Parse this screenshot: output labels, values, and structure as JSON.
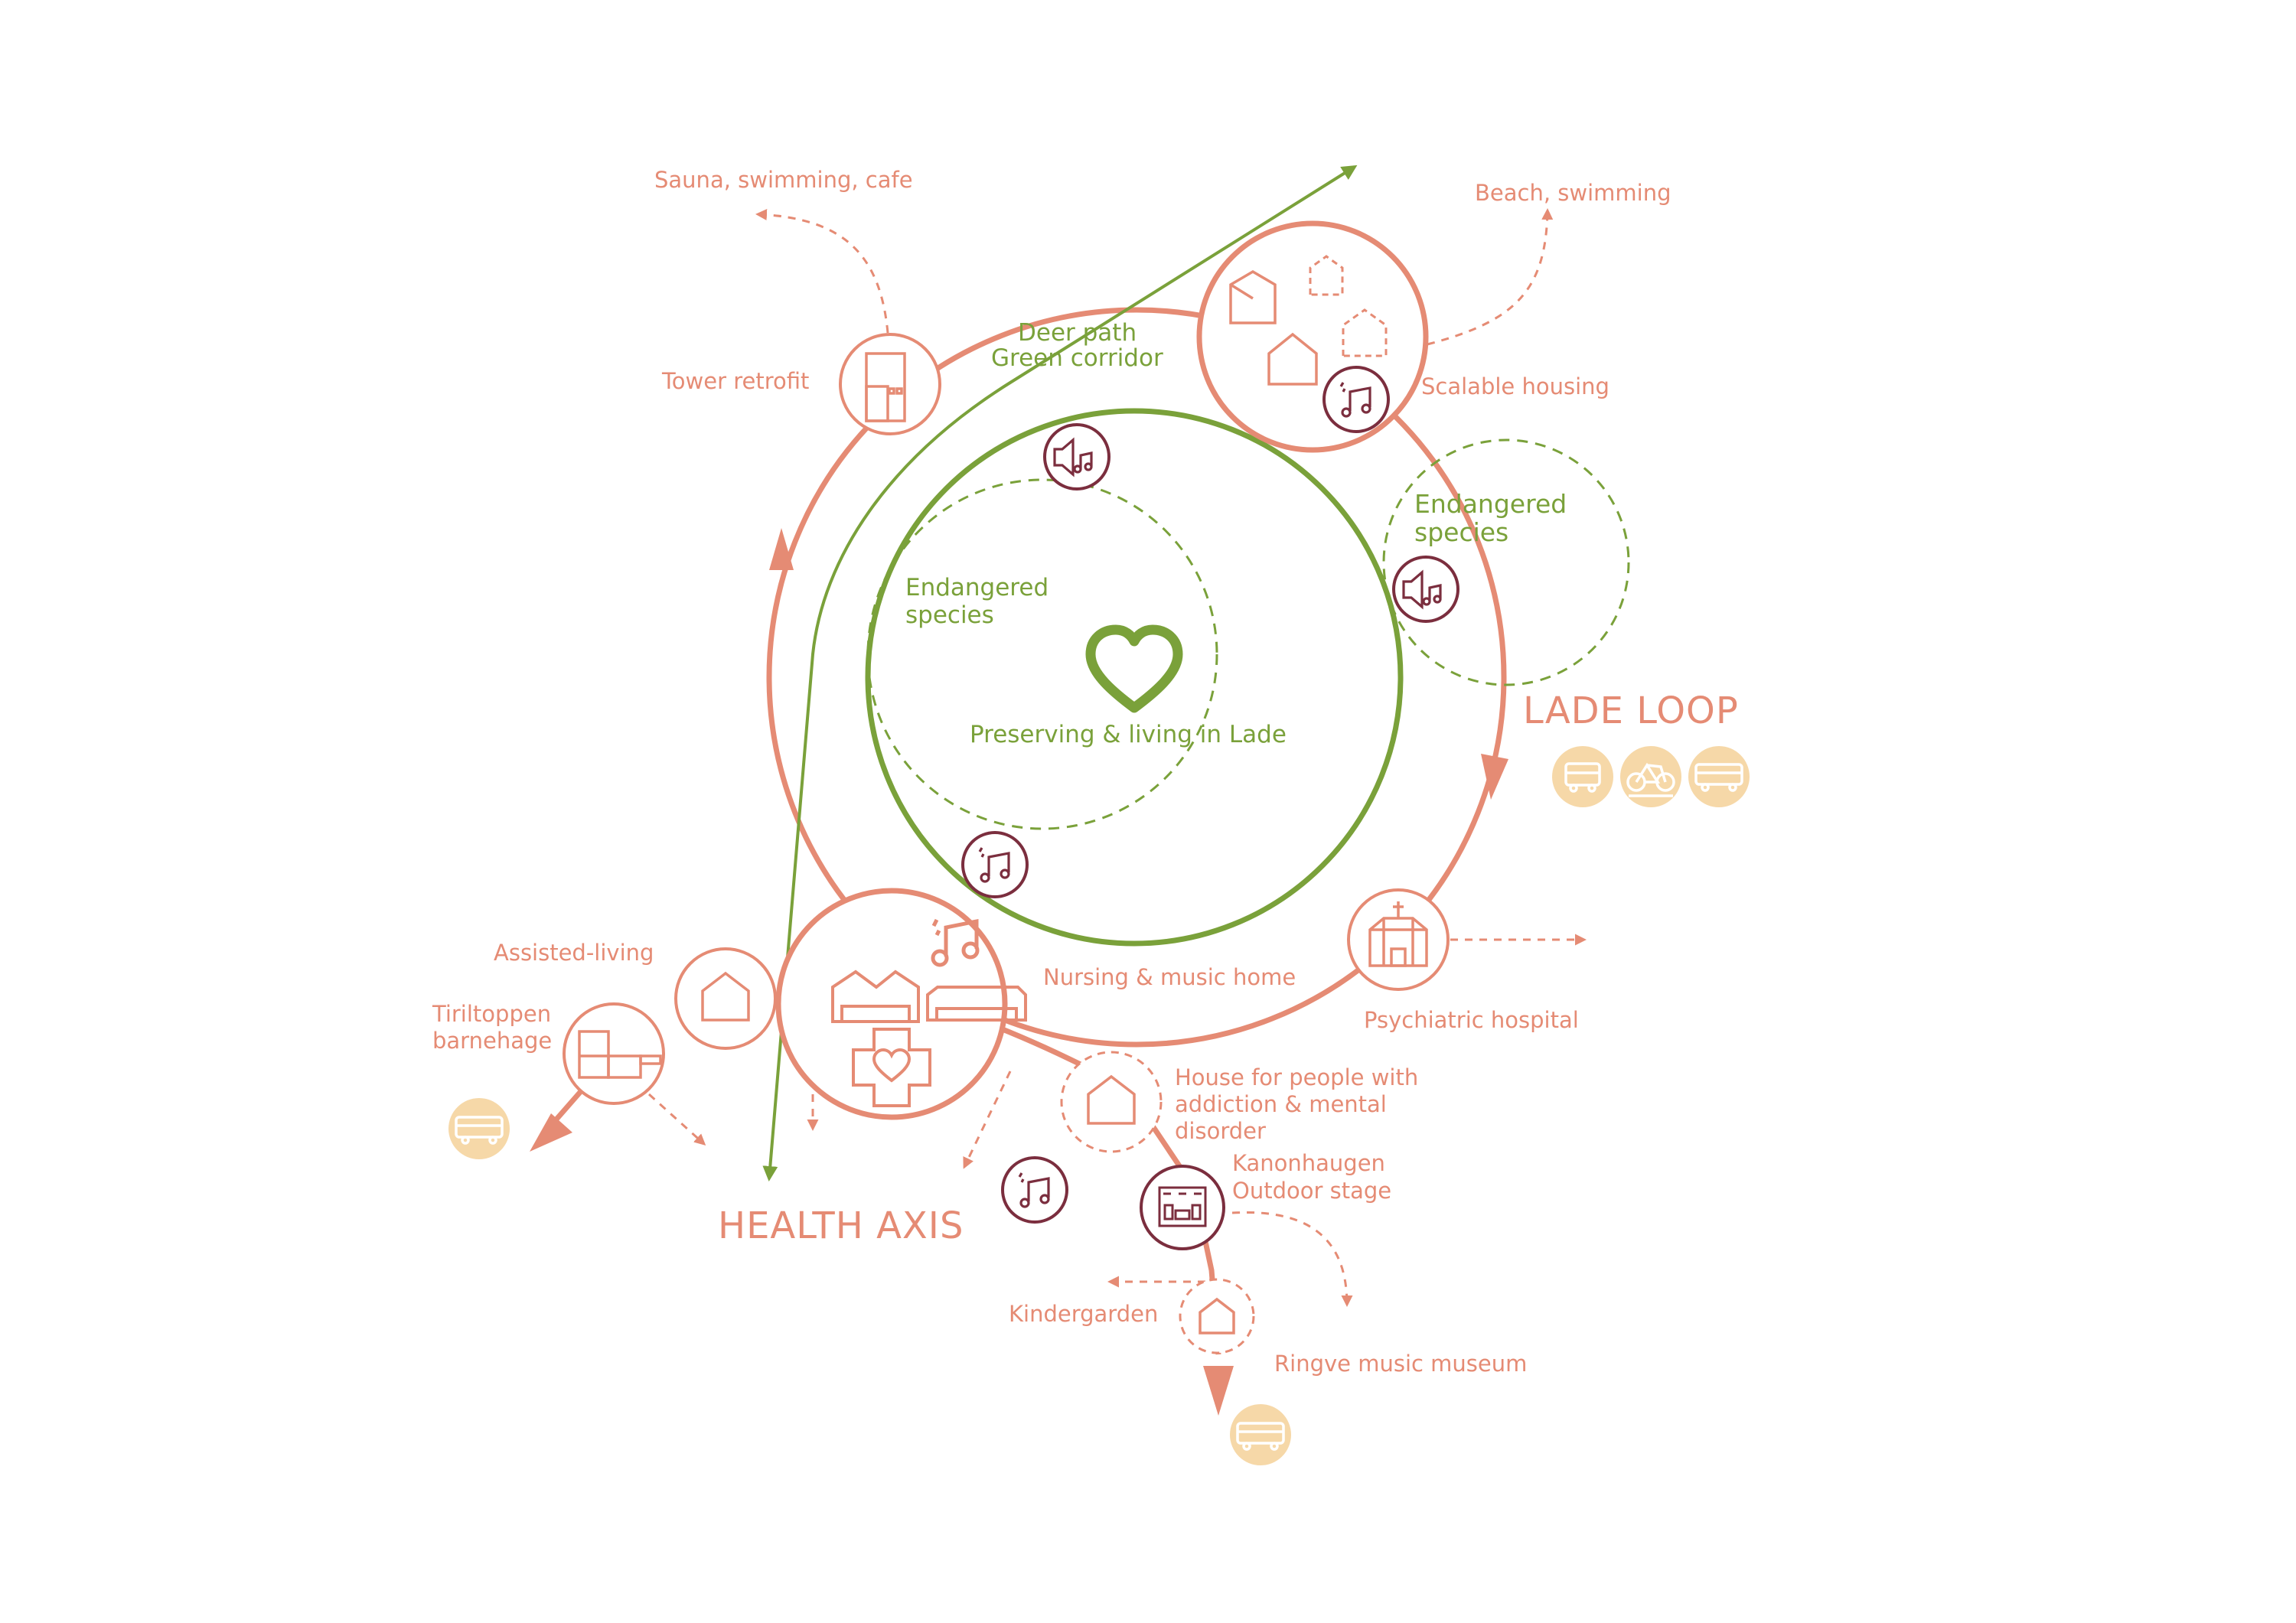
{
  "colors": {
    "salmon": "#e58b74",
    "green": "#7aa13a",
    "plum": "#7b2e3e",
    "yellow": "#f6d8a8"
  },
  "labels": {
    "sauna": "Sauna, swimming, cafe",
    "tower": "Tower retrofit",
    "deer1": "Deer path",
    "deer2": "Green corridor",
    "beach": "Beach, swimming",
    "scalable": "Scalable housing",
    "endangered_right_1": "Endangered",
    "endangered_right_2": "species",
    "endangered_center_1": "Endangered",
    "endangered_center_2": "species",
    "preserving": "Preserving & living in Lade",
    "lade_loop": "LADE LOOP",
    "assisted": "Assisted-living",
    "tiril1": "Tiriltoppen",
    "tiril2": "barnehage",
    "nursing": "Nursing & music home",
    "psychiatric": "Psychiatric hospital",
    "house1": "House for people with",
    "house2": "addiction & mental",
    "house3": "disorder",
    "kanon1": "Kanonhaugen",
    "kanon2": "Outdoor stage",
    "health_axis": "HEALTH AXIS",
    "kinder": "Kindergarden",
    "ringve": "Ringve music museum"
  },
  "icons": [
    "heart-icon",
    "house-icon",
    "tower-icon",
    "music-icon",
    "speaker-icon",
    "bus-icon",
    "bicycle-icon",
    "tram-icon",
    "hospital-cross-icon",
    "church-icon",
    "stage-icon"
  ]
}
